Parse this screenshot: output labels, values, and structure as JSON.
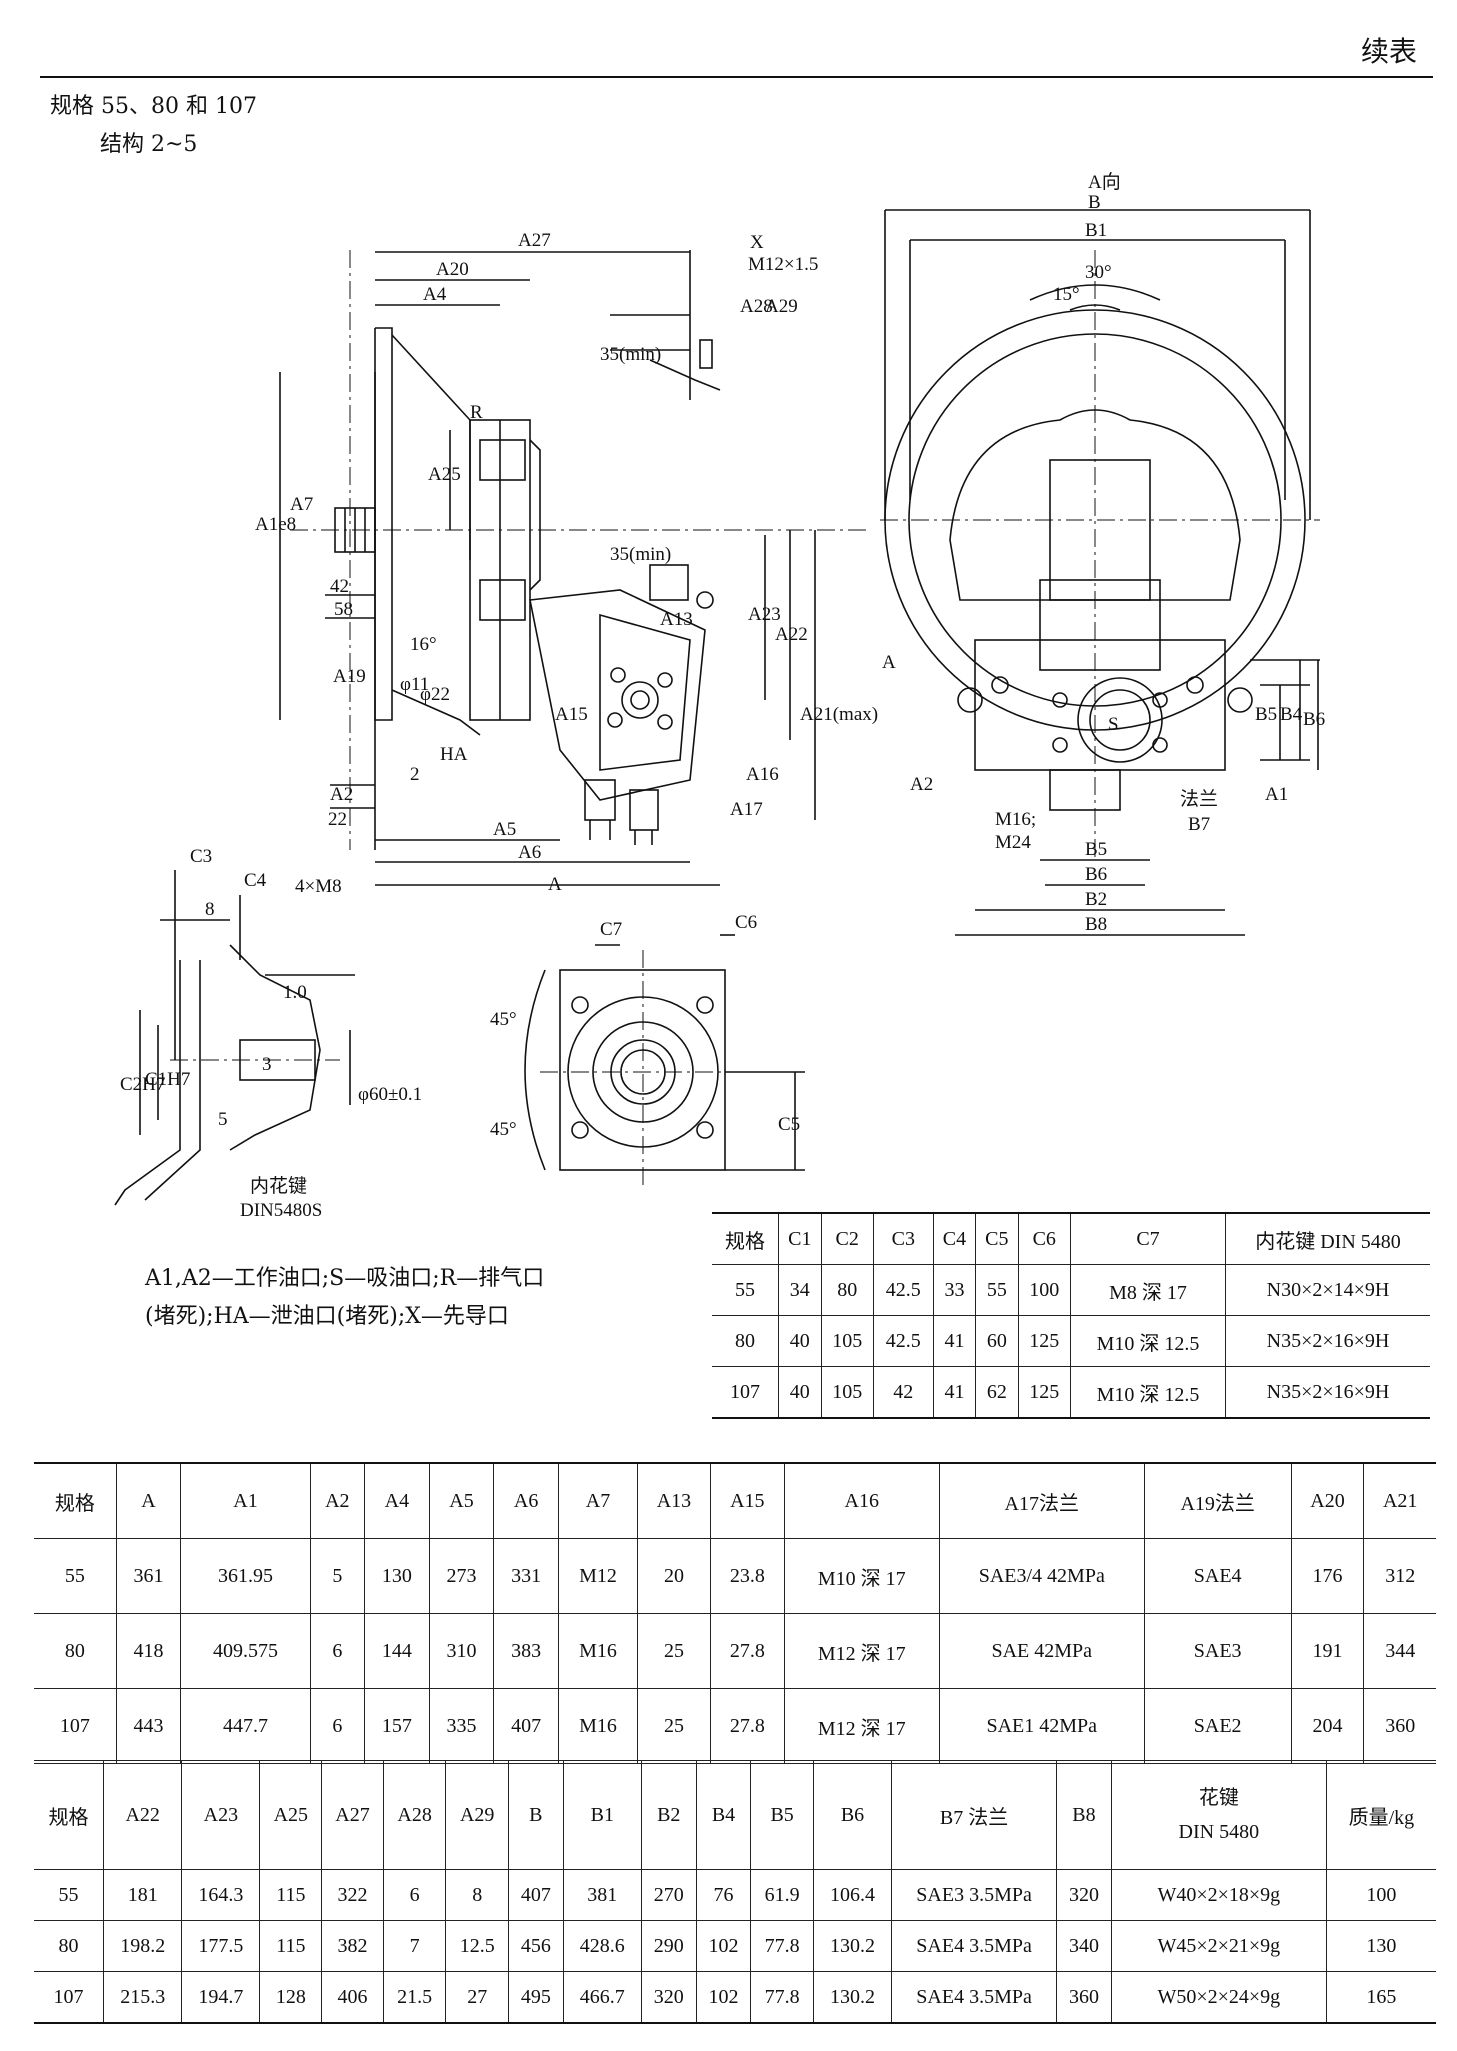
{
  "header": {
    "continued": "续表"
  },
  "spec_title": {
    "line1": "规格 55、80 和 107",
    "line2": "结构 2~5"
  },
  "drawing_labels": {
    "A_dir": "A向",
    "B": "B",
    "B1": "B1",
    "angle30": "30°",
    "angle15": "15°",
    "A27": "A27",
    "A20": "A20",
    "A4": "A4",
    "X": "X",
    "M12x15": "M12×1.5",
    "A28": "A28",
    "A29": "A29",
    "min35": "35(min)",
    "R": "R",
    "A25": "A25",
    "A1e8": "A1e8",
    "A7": "A7",
    "d42": "42",
    "d58": "58",
    "A23": "A23",
    "A22": "A22",
    "A21max": "A21(max)",
    "A_arrow": "A",
    "A13": "A13",
    "angle16": "16°",
    "phi11": "φ11",
    "phi22": "φ22",
    "A19": "A19",
    "A15": "A15",
    "HA": "HA",
    "A16": "A16",
    "A17": "A17",
    "d2": "2",
    "A2": "A2",
    "d22": "22",
    "A5": "A5",
    "A6": "A6",
    "A": "A",
    "S": "S",
    "A2r": "A2",
    "A1r": "A1",
    "flange": "法兰",
    "B7": "B7",
    "M16M24_1": "M16;",
    "M16M24_2": "M24",
    "B5v": "B5",
    "B4v": "B4",
    "B6v": "B6",
    "B5h": "B5",
    "B6h": "B6",
    "B2": "B2",
    "B8": "B8",
    "C3": "C3",
    "C4": "C4",
    "d8": "8",
    "M8": "4×M8",
    "d10": "1.0",
    "C2H7": "C2H7",
    "C1H7": "C1H7",
    "d3": "3",
    "phi60": "φ60±0.1",
    "d5": "5",
    "spline": "内花键",
    "din": "DIN5480S",
    "C7": "C7",
    "C6": "C6",
    "a45a": "45°",
    "a45b": "45°",
    "C5": "C5"
  },
  "legend": {
    "line1": "A1,A2—工作油口;S—吸油口;R—排气口",
    "line2": "(堵死);HA—泄油口(堵死);X—先导口"
  },
  "table_c": {
    "headers": [
      "规格",
      "C1",
      "C2",
      "C3",
      "C4",
      "C5",
      "C6",
      "C7",
      "内花键 DIN 5480"
    ],
    "rows": [
      [
        "55",
        "34",
        "80",
        "42.5",
        "33",
        "55",
        "100",
        "M8 深 17",
        "N30×2×14×9H"
      ],
      [
        "80",
        "40",
        "105",
        "42.5",
        "41",
        "60",
        "125",
        "M10 深 12.5",
        "N35×2×16×9H"
      ],
      [
        "107",
        "40",
        "105",
        "42",
        "41",
        "62",
        "125",
        "M10 深 12.5",
        "N35×2×16×9H"
      ]
    ]
  },
  "table_main": {
    "headers": [
      "规格",
      "A",
      "A1",
      "A2",
      "A4",
      "A5",
      "A6",
      "A7",
      "A13",
      "A15",
      "A16",
      "A17法兰",
      "A19法兰",
      "A20",
      "A21"
    ],
    "rows": [
      [
        "55",
        "361",
        "361.95",
        "5",
        "130",
        "273",
        "331",
        "M12",
        "20",
        "23.8",
        "M10 深 17",
        "SAE3/4 42MPa",
        "SAE4",
        "176",
        "312"
      ],
      [
        "80",
        "418",
        "409.575",
        "6",
        "144",
        "310",
        "383",
        "M16",
        "25",
        "27.8",
        "M12 深 17",
        "SAE 42MPa",
        "SAE3",
        "191",
        "344"
      ],
      [
        "107",
        "443",
        "447.7",
        "6",
        "157",
        "335",
        "407",
        "M16",
        "25",
        "27.8",
        "M12 深 17",
        "SAE1 42MPa",
        "SAE2",
        "204",
        "360"
      ]
    ]
  },
  "table_second": {
    "headers": [
      "规格",
      "A22",
      "A23",
      "A25",
      "A27",
      "A28",
      "A29",
      "B",
      "B1",
      "B2",
      "B4",
      "B5",
      "B6",
      "B7 法兰",
      "B8"
    ],
    "header_spline_1": "花键",
    "header_spline_2": "DIN 5480",
    "header_mass": "质量/kg",
    "rows": [
      [
        "55",
        "181",
        "164.3",
        "115",
        "322",
        "6",
        "8",
        "407",
        "381",
        "270",
        "76",
        "61.9",
        "106.4",
        "SAE3 3.5MPa",
        "320",
        "W40×2×18×9g",
        "100"
      ],
      [
        "80",
        "198.2",
        "177.5",
        "115",
        "382",
        "7",
        "12.5",
        "456",
        "428.6",
        "290",
        "102",
        "77.8",
        "130.2",
        "SAE4 3.5MPa",
        "340",
        "W45×2×21×9g",
        "130"
      ],
      [
        "107",
        "215.3",
        "194.7",
        "128",
        "406",
        "21.5",
        "27",
        "495",
        "466.7",
        "320",
        "102",
        "77.8",
        "130.2",
        "SAE4 3.5MPa",
        "360",
        "W50×2×24×9g",
        "165"
      ]
    ]
  }
}
